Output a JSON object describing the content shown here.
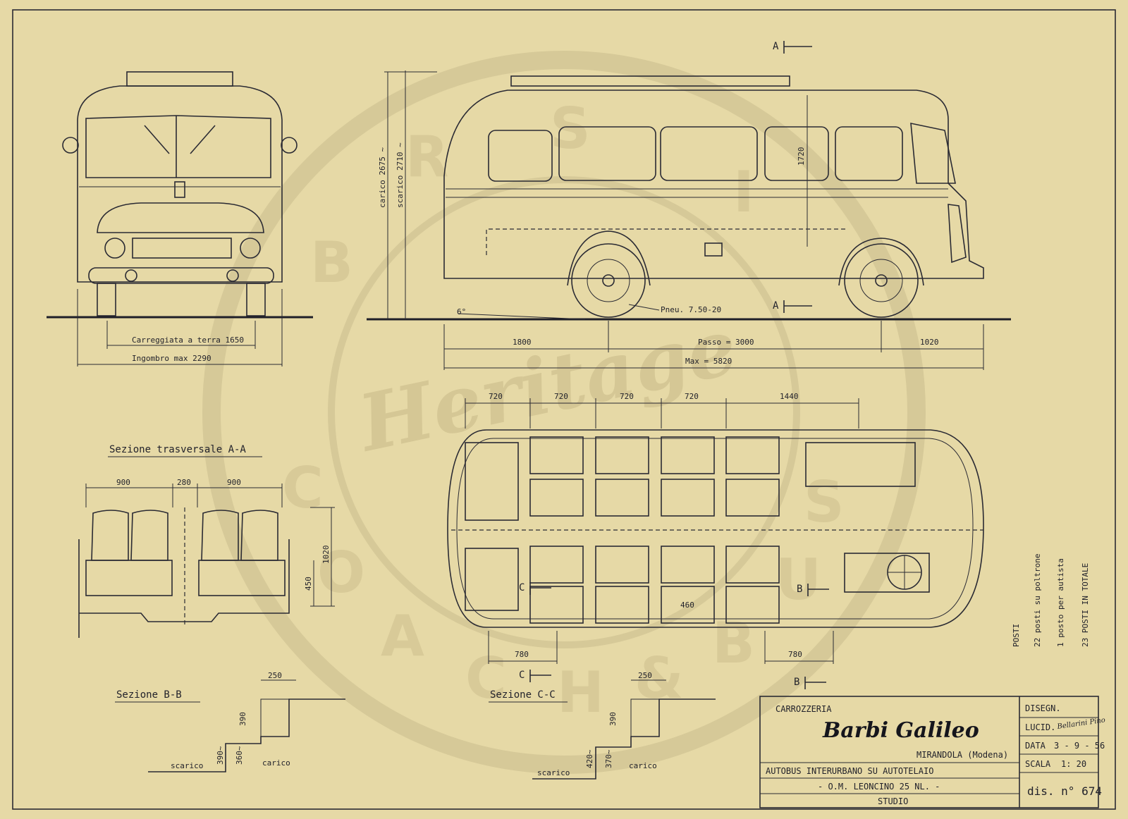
{
  "front_view": {
    "track_label": "Carreggiata a terra 1650",
    "width_label": "Ingombro  max  2290"
  },
  "side_view": {
    "height_loaded": "carico  2675 ~",
    "height_unloaded": "scarico  2710 ~",
    "interior_height": "1720",
    "tyre_label": "Pneu. 7.50-20",
    "angle_label": "6°",
    "front_overhang": "1800",
    "wheelbase": "Passo  =  3000",
    "rear_overhang": "1020",
    "overall_length": "Max  =  5820",
    "section_mark": "A"
  },
  "plan_view": {
    "seat_pitches": [
      "720",
      "720",
      "720",
      "720",
      "1440"
    ],
    "door_widths": [
      "780",
      "780"
    ],
    "seat_width": "460",
    "section_c": "C",
    "section_b": "B"
  },
  "section_aa": {
    "title": "Sezione  trasversale A-A",
    "dims": [
      "900",
      "280",
      "900"
    ],
    "height": "1020",
    "seat_height": "450"
  },
  "section_bb": {
    "title": "Sezione  B-B",
    "width": "250",
    "step": "390",
    "left_height": "390~",
    "right_height": "360~",
    "unloaded": "scarico",
    "loaded": "carico"
  },
  "section_cc": {
    "title": "Sezione  C-C",
    "width": "250",
    "step": "390",
    "left_height": "420~",
    "right_height": "370~",
    "unloaded": "scarico",
    "loaded": "carico"
  },
  "seating": {
    "heading": "POSTI",
    "line1": "22 posti  su  poltrone",
    "line2": "1 posto  per  autista",
    "line3": "23 POSTI IN TOTALE"
  },
  "title_block": {
    "company_label": "CARROZZERIA",
    "company_name": "Barbi Galileo",
    "location": "MIRANDOLA (Modena)",
    "description1": "AUTOBUS  INTERURBANO  SU  AUTOTELAIO",
    "description2": "- O.M. LEONCINO 25 NL. -",
    "department": "STUDIO",
    "disegn_label": "DISEGN.",
    "lucid_label": "LUCID.",
    "lucid_signature": "Bellarini Pino",
    "data_label": "DATA",
    "data_value": "3 - 9 - 56",
    "scala_label": "SCALA",
    "scala_value": "1: 20",
    "drawing_number": "dis. n° 674"
  },
  "watermark": {
    "letters": [
      "B",
      "R",
      "S",
      "I",
      "C",
      "O",
      "A",
      "C",
      "H",
      "&",
      "B",
      "U",
      "S"
    ],
    "script": "Heritage"
  }
}
